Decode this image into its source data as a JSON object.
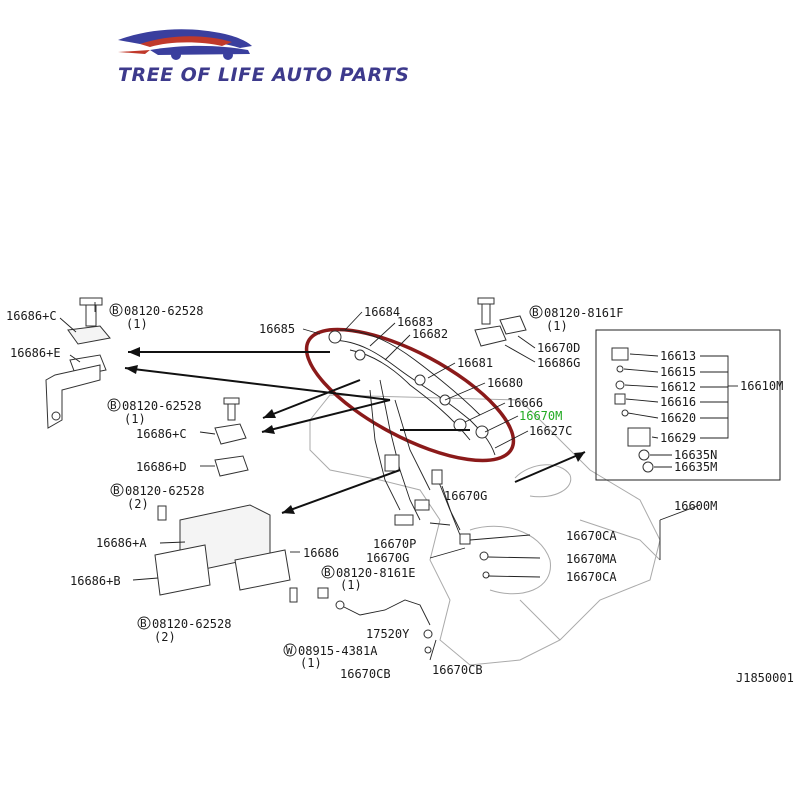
{
  "brand": {
    "name": "TREE OF LIFE AUTO PARTS",
    "colors": {
      "text": "#3d3a8c",
      "car_blue": "#3a3f9e",
      "car_accent": "#c0392b"
    }
  },
  "highlight": {
    "color": "#8b1a1a",
    "part_color": "#22aa22"
  },
  "parts": {
    "p16684": "16684",
    "p16683": "16683",
    "p16685": "16685",
    "p16682": "16682",
    "p16681": "16681",
    "p16680": "16680",
    "p16666": "16666",
    "p16670M": "16670M",
    "p16627C": "16627C",
    "p16670D": "16670D",
    "p16686G": "16686G",
    "p16686C_top": "16686+C",
    "p16686E": "16686+E",
    "p16686C_mid": "16686+C",
    "p16686D": "16686+D",
    "p16686A": "16686+A",
    "p16686B": "16686+B",
    "p16686": "16686",
    "p16670G_a": "16670G",
    "p16670P": "16670P",
    "p16670G_b": "16670G",
    "p16670CA_a": "16670CA",
    "p16670MA": "16670MA",
    "p16670CA_b": "16670CA",
    "p17520Y": "17520Y",
    "p16670CB_a": "16670CB",
    "p16670CB_b": "16670CB",
    "p16613": "16613",
    "p16615": "16615",
    "p16612": "16612",
    "p16616": "16616",
    "p16620": "16620",
    "p16629": "16629",
    "p16635N": "16635N",
    "p16635M": "16635M",
    "p16610M": "16610M",
    "p16600M": "16600M"
  },
  "bolts": {
    "b1_code": "08120-62528",
    "b1_qty": "(1)",
    "b2_code": "08120-8161F",
    "b2_qty": "(1)",
    "b3_code": "08120-62528",
    "b3_qty": "(1)",
    "b4_code": "08120-62528",
    "b4_qty": "(2)",
    "b5_code": "08120-8161E",
    "b5_qty": "(1)",
    "b6_code": "08120-62528",
    "b6_qty": "(2)",
    "w1_code": "08915-4381A",
    "w1_qty": "(1)",
    "prefix_b": "B",
    "prefix_w": "W"
  },
  "diagram_code": "J1850001"
}
